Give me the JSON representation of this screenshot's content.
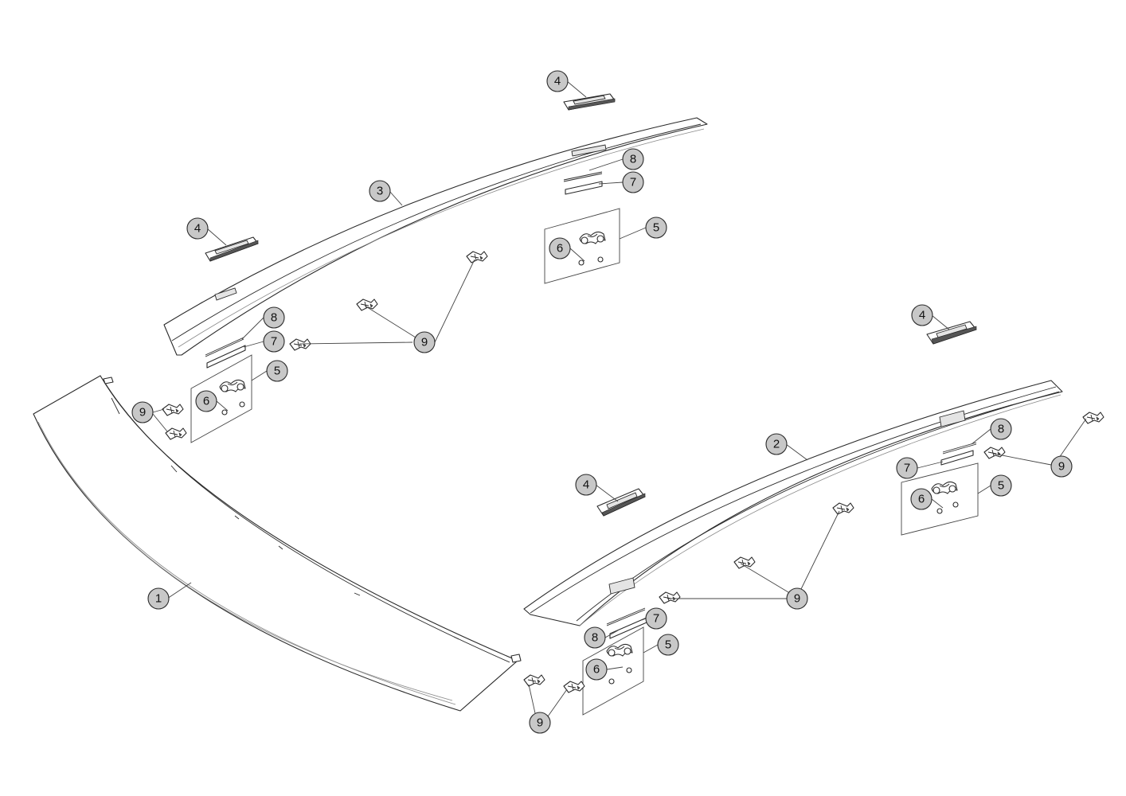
{
  "callouts": [
    {
      "id": "c-1",
      "label": "1"
    },
    {
      "id": "c-2",
      "label": "2"
    },
    {
      "id": "c-3",
      "label": "3"
    },
    {
      "id": "c-4a",
      "label": "4"
    },
    {
      "id": "c-4b",
      "label": "4"
    },
    {
      "id": "c-4c",
      "label": "4"
    },
    {
      "id": "c-4d",
      "label": "4"
    },
    {
      "id": "c-5a",
      "label": "5"
    },
    {
      "id": "c-5b",
      "label": "5"
    },
    {
      "id": "c-5c",
      "label": "5"
    },
    {
      "id": "c-5d",
      "label": "5"
    },
    {
      "id": "c-6a",
      "label": "6"
    },
    {
      "id": "c-6b",
      "label": "6"
    },
    {
      "id": "c-6c",
      "label": "6"
    },
    {
      "id": "c-6d",
      "label": "6"
    },
    {
      "id": "c-7a",
      "label": "7"
    },
    {
      "id": "c-7b",
      "label": "7"
    },
    {
      "id": "c-7c",
      "label": "7"
    },
    {
      "id": "c-7d",
      "label": "7"
    },
    {
      "id": "c-8a",
      "label": "8"
    },
    {
      "id": "c-8b",
      "label": "8"
    },
    {
      "id": "c-8c",
      "label": "8"
    },
    {
      "id": "c-8d",
      "label": "8"
    },
    {
      "id": "c-9a",
      "label": "9"
    },
    {
      "id": "c-9b",
      "label": "9"
    },
    {
      "id": "c-9c",
      "label": "9"
    },
    {
      "id": "c-9d",
      "label": "9"
    },
    {
      "id": "c-9e",
      "label": "9"
    }
  ]
}
